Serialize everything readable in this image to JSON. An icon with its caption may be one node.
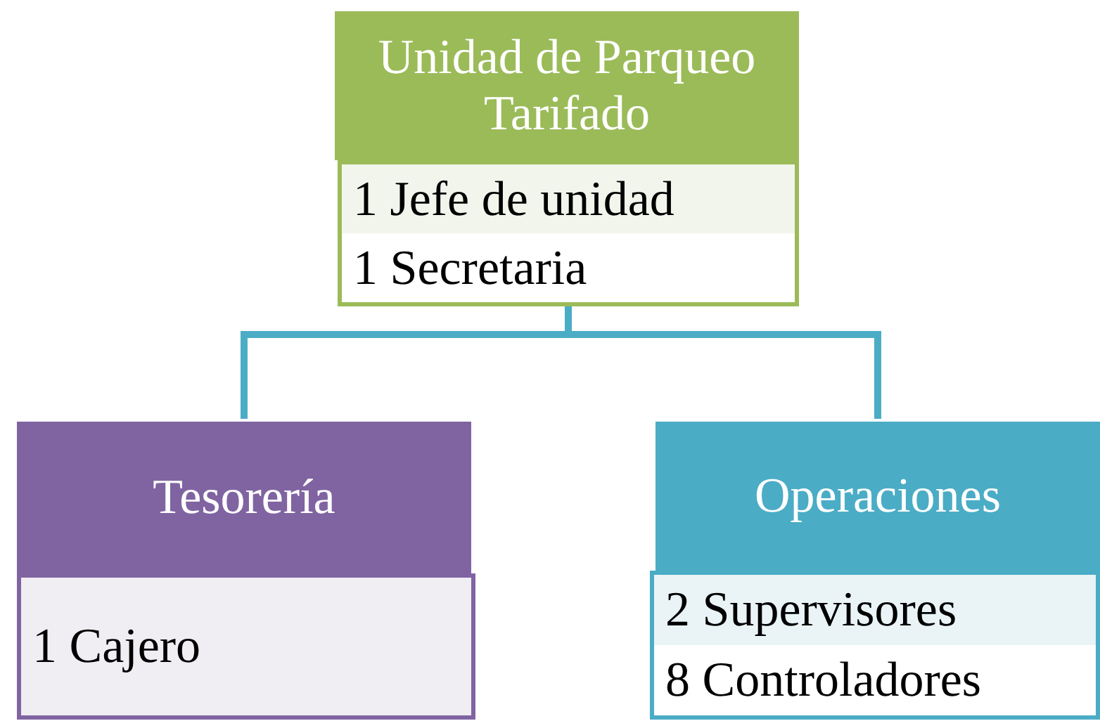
{
  "diagram": {
    "nodes": [
      {
        "text": [
          "Unidad de Parqueo Tarifado"
        ]
      },
      {
        "text": [
          "1 Jefe de unidad",
          "1 Secretaria"
        ]
      },
      {
        "text": [
          "Tesorería"
        ]
      },
      {
        "text": [
          "1 Cajero"
        ]
      },
      {
        "text": [
          "Operaciones"
        ]
      },
      {
        "text": [
          "2 Supervisores",
          "8 Controladores"
        ]
      }
    ],
    "edges": [
      {
        "from": 1,
        "to": 2,
        "arrow": "none"
      },
      {
        "from": 1,
        "to": 4,
        "arrow": "none"
      }
    ]
  }
}
